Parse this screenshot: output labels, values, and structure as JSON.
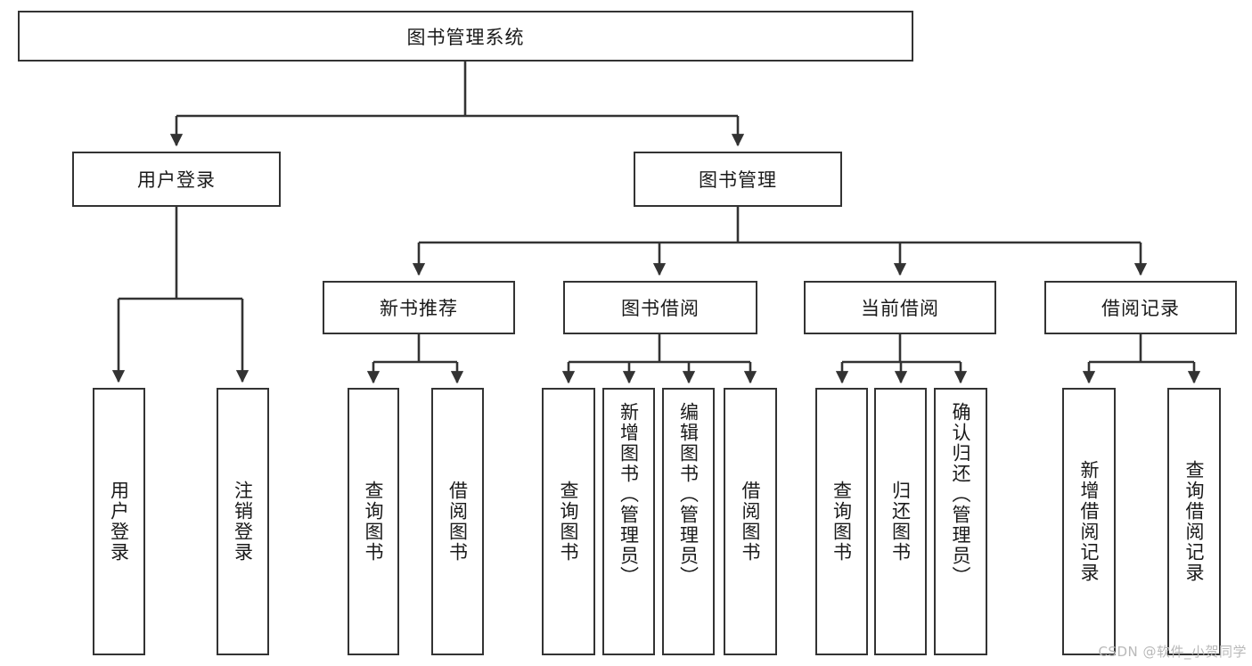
{
  "diagram": {
    "title": "图书管理系统",
    "type": "hierarchy-tree",
    "root": {
      "label": "图书管理系统"
    },
    "level2": [
      {
        "label": "用户登录"
      },
      {
        "label": "图书管理"
      }
    ],
    "level3": [
      {
        "label": "新书推荐"
      },
      {
        "label": "图书借阅"
      },
      {
        "label": "当前借阅"
      },
      {
        "label": "借阅记录"
      }
    ],
    "leaves": {
      "user_login": [
        {
          "label": "用户登录"
        },
        {
          "label": "注销登录"
        }
      ],
      "new_book_recommend": [
        {
          "label": "查询图书"
        },
        {
          "label": "借阅图书"
        }
      ],
      "book_borrow": [
        {
          "label": "查询图书"
        },
        {
          "label": "新增图书（管理员）"
        },
        {
          "label": "编辑图书（管理员）"
        },
        {
          "label": "借阅图书"
        }
      ],
      "current_borrow": [
        {
          "label": "查询图书"
        },
        {
          "label": "归还图书"
        },
        {
          "label": "确认归还（管理员）"
        }
      ],
      "borrow_record": [
        {
          "label": "新增借阅记录"
        },
        {
          "label": "查询借阅记录"
        }
      ]
    }
  },
  "watermark": {
    "text": "CSDN @软件_小贺同学"
  },
  "colors": {
    "border": "#333333",
    "text": "#1a1a1a",
    "background": "#ffffff",
    "watermark": "#b9b9b9"
  }
}
